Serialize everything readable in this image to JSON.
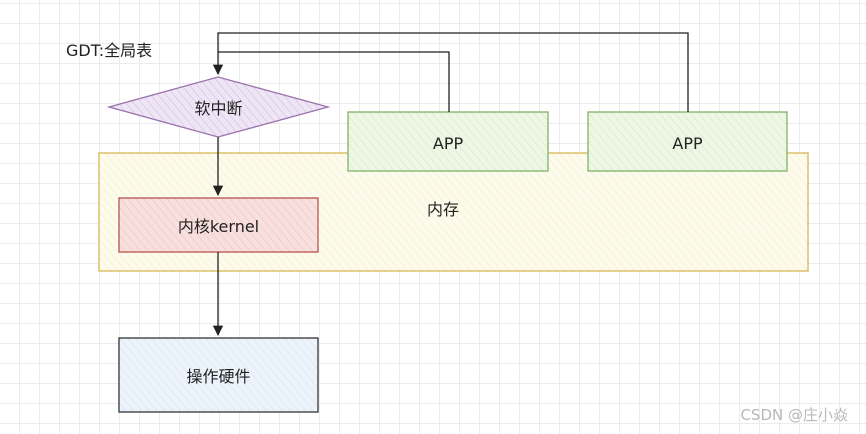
{
  "diagram": {
    "gdt_label": "GDT:全局表",
    "nodes": {
      "soft_interrupt": {
        "label": "软中断",
        "fill": "#efe6f5",
        "stroke": "#9a73ad"
      },
      "app_left": {
        "label": "APP",
        "fill": "#eef6e6",
        "stroke": "#82b366"
      },
      "app_right": {
        "label": "APP",
        "fill": "#eef6e6",
        "stroke": "#82b366"
      },
      "memory": {
        "label": "内存",
        "fill": "#fdfbec",
        "stroke": "#d6b656"
      },
      "kernel": {
        "label": "内核kernel",
        "fill": "#f8e0df",
        "stroke": "#b85450"
      },
      "hardware": {
        "label": "操作硬件",
        "fill": "#edf3fa",
        "stroke": "#333333"
      }
    },
    "edge_color": "#222222"
  },
  "watermark": "CSDN @庄小焱"
}
